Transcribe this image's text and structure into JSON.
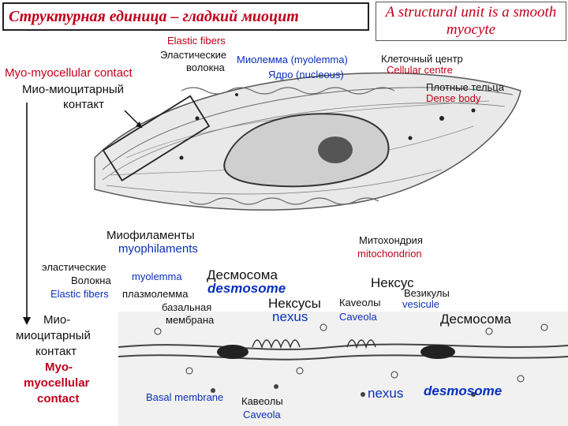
{
  "title_ru": "Структурная единица – гладкий миоцит",
  "title_en": "A structural unit is a smooth myocyte",
  "top_labels": {
    "elastic_fibers_en": "Elastic fibers",
    "elastic_fibers_ru_1": "Эластические",
    "elastic_fibers_ru_2": "волокна",
    "myolemma": "Миолемма (myolemma)",
    "nucleus": "Ядро (nucleous)",
    "cell_centre_ru": "Клеточный центр",
    "cell_centre_en": "Cellular centre",
    "dense_body_ru": "Плотные тельца",
    "dense_body_en": "Dense body",
    "contact_en": "Myo-myocellular contact",
    "contact_ru_1": "Мио-миоцитарный",
    "contact_ru_2": "контакт"
  },
  "middle_labels": {
    "myofilaments_ru": "Миофиламенты",
    "myofilaments_en": "myophilaments",
    "mitochondria_ru": "Митохондрия",
    "mitochondria_en": "mitochondrion"
  },
  "bottom_labels": {
    "elastic_ru_1": "эластические",
    "elastic_ru_2": "Волокна",
    "elastic_en": "Elastic fibers",
    "myolemma_en": "myolemma",
    "plasmolemma_ru": "плазмолемма",
    "desmosome_ru": "Десмосома",
    "desmosome_en": "desmosome",
    "basal_ru_1": "базальная",
    "basal_ru_2": "мембрана",
    "nexus_ru": "Нексусы",
    "nexus_en": "nexus",
    "caveola_ru": "Каveолы",
    "caveola_en": "Caveola",
    "nexus2_ru": "Нексус",
    "vesicles_ru": "Везикулы",
    "vesicles_en": "vesicule",
    "desmosome2_ru": "Десмосома",
    "basal_membrane_en": "Basal membrane",
    "caveola2_ru": "Кавеолы",
    "caveola2_en": "Caveola",
    "nexus2_en": "nexus",
    "desmosome2_en": "desmosome",
    "side_ru_1": "Мио-",
    "side_ru_2": "миоцитарный",
    "side_ru_3": "контакт",
    "side_en_1": "Myo-",
    "side_en_2": "myocellular",
    "side_en_3": "contact"
  }
}
